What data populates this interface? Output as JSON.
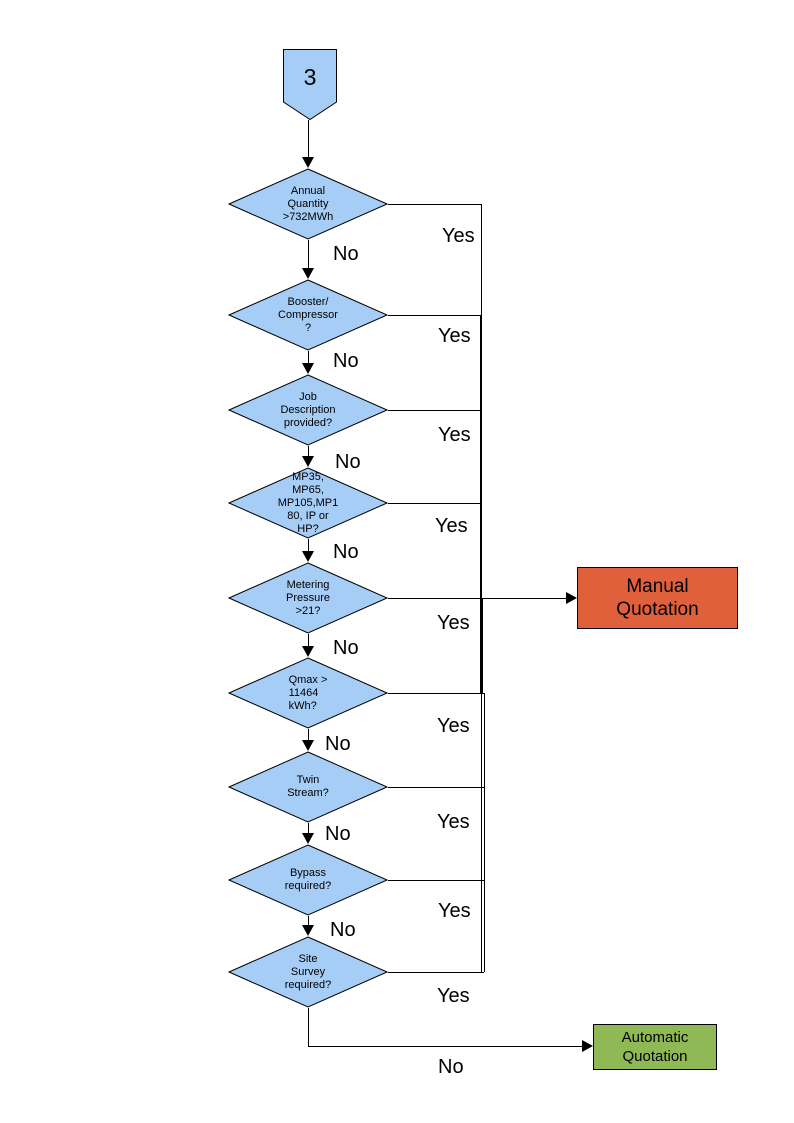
{
  "flowchart": {
    "connector": {
      "label": "3"
    },
    "decisions": [
      {
        "label": "Annual\nQuantity\n>732MWh",
        "yes_label": "Yes",
        "no_label": "No"
      },
      {
        "label": "Booster/\nCompressor\n?",
        "yes_label": "Yes",
        "no_label": "No"
      },
      {
        "label": "Job\nDescription\nprovided?",
        "yes_label": "Yes",
        "no_label": "No"
      },
      {
        "label": "MP35,\nMP65,\nMP105,MP1\n80, IP or\nHP?",
        "yes_label": "Yes",
        "no_label": "No"
      },
      {
        "label": "Metering\nPressure\n>21?",
        "yes_label": "Yes",
        "no_label": "No"
      },
      {
        "label": "Qmax >\n11464\nkWh?",
        "yes_label": "Yes",
        "no_label": "No"
      },
      {
        "label": "Twin\nStream?",
        "yes_label": "Yes",
        "no_label": "No"
      },
      {
        "label": "Bypass\nrequired?",
        "yes_label": "Yes",
        "no_label": "No"
      },
      {
        "label": "Site\nSurvey\nrequired?",
        "yes_label": "Yes",
        "no_label": "No"
      }
    ],
    "outcomes": {
      "manual": {
        "label": "Manual\nQuotation",
        "color": "#E0603C"
      },
      "automatic": {
        "label": "Automatic\nQuotation",
        "color": "#8FB954"
      }
    },
    "colors": {
      "decision_fill": "#A6CDF6",
      "shape_border": "#000000",
      "line": "#000000"
    }
  }
}
